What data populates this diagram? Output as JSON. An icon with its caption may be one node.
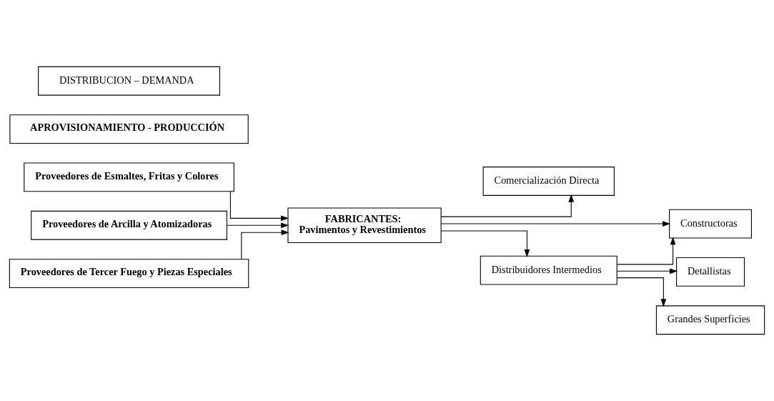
{
  "diagram": {
    "nodes": [
      {
        "text": [
          "Proveedores de Esmaltes, Fritas y Colores"
        ]
      },
      {
        "text": [
          "Proveedores de Arcilla y Atomizadoras"
        ]
      },
      {
        "text": [
          "FABRICANTES:",
          "Pavimentos y Revestimientos"
        ]
      },
      {
        "text": [
          "Proveedores de Tercer Fuego y Piezas Especiales"
        ]
      },
      {
        "text": [
          "Comercialización Directa"
        ]
      },
      {
        "text": [
          "Constructoras"
        ]
      },
      {
        "text": [
          "Distribuidores Intermedios"
        ]
      },
      {
        "text": [
          "Detallistas"
        ]
      },
      {
        "text": [
          "Grandes Superficies"
        ]
      },
      {
        "text": [
          "APROVISIONAMIENTO - PRODUCCIÓN"
        ]
      },
      {
        "text": [
          "DISTRIBUCION – DEMANDA"
        ]
      }
    ],
    "edges": [
      {
        "from": 0,
        "to": 2,
        "arrow": "to"
      },
      {
        "from": 1,
        "to": 2,
        "arrow": "to"
      },
      {
        "from": 3,
        "to": 2,
        "arrow": "to"
      },
      {
        "from": 2,
        "to": 4,
        "arrow": "to"
      },
      {
        "from": 2,
        "to": 5,
        "arrow": "to"
      },
      {
        "from": 2,
        "to": 6,
        "arrow": "to"
      },
      {
        "from": 6,
        "to": 5,
        "arrow": "to"
      },
      {
        "from": 6,
        "to": 7,
        "arrow": "to"
      },
      {
        "from": 6,
        "to": 8,
        "arrow": "to"
      }
    ]
  }
}
